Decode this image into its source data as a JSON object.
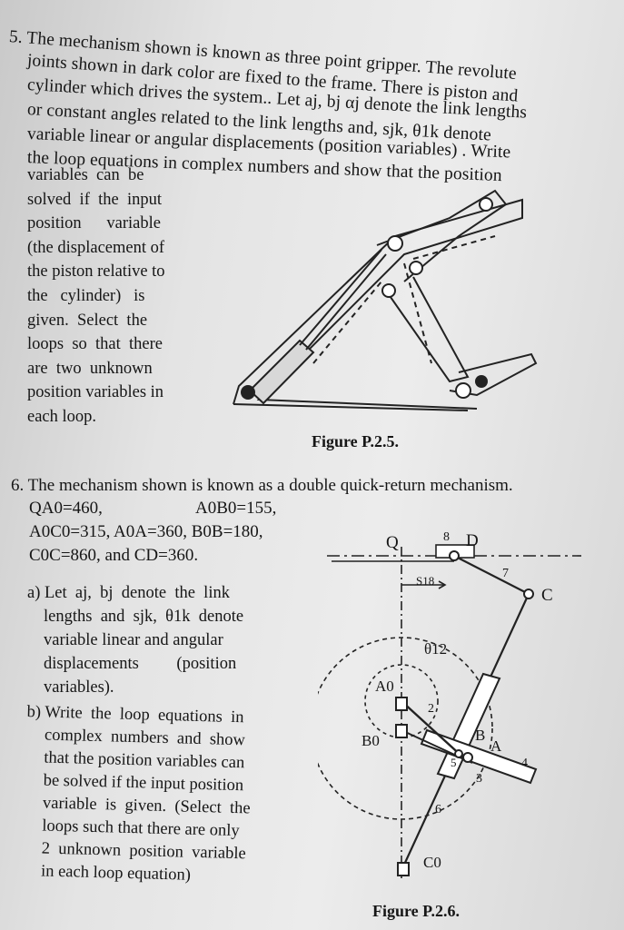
{
  "problem5": {
    "number": "5.",
    "lines_full": [
      "The mechanism shown is known as three point gripper. The revolute",
      "joints shown in dark color are fixed to the frame. There is piston and",
      "cylinder which drives the system.. Let aj, bj αj denote the link lengths",
      "or constant angles related to the link lengths and, sjk, θ1k denote",
      "variable linear or angular displacements (position variables) . Write",
      "the loop equations in complex numbers and show that the position"
    ],
    "lines_narrow": [
      "variables  can  be",
      "solved  if  the  input",
      "position      variable",
      "(the displacement of",
      "the piston relative to",
      "the   cylinder)   is",
      "given.  Select  the",
      "loops  so  that  there",
      "are  two  unknown",
      "position variables in",
      "each loop."
    ],
    "figure_caption": "Figure P.2.5."
  },
  "problem6": {
    "intro": "6. The mechanism shown is known as a double quick-return mechanism.",
    "dims": [
      "QA0=460,",
      "A0B0=155,",
      "A0C0=315, A0A=360, B0B=180,",
      "C0C=860, and CD=360."
    ],
    "part_a": [
      "a) Let  aj,  bj  denote  the  link",
      "lengths  and  sjk,  θ1k  denote",
      "variable linear and angular",
      "displacements         (position",
      "variables)."
    ],
    "part_b": [
      "b) Write  the  loop  equations  in",
      "complex  numbers  and  show",
      "that the position variables can",
      "be solved if the input position",
      "variable  is  given.  (Select  the",
      "loops such that there are only",
      "2  unknown  position  variable",
      "in each loop equation)"
    ],
    "figure_caption": "Figure  P.2.6.",
    "labels": {
      "Q": "Q",
      "D": "D",
      "eight": "8",
      "seven": "7",
      "C": "C",
      "s18": "S18",
      "theta12": "θ12",
      "A0": "A0",
      "two": "2",
      "B0": "B0",
      "B": "B",
      "A": "A",
      "five": "5",
      "four": "4",
      "three": "3",
      "six": "6",
      "C0": "C0"
    }
  }
}
